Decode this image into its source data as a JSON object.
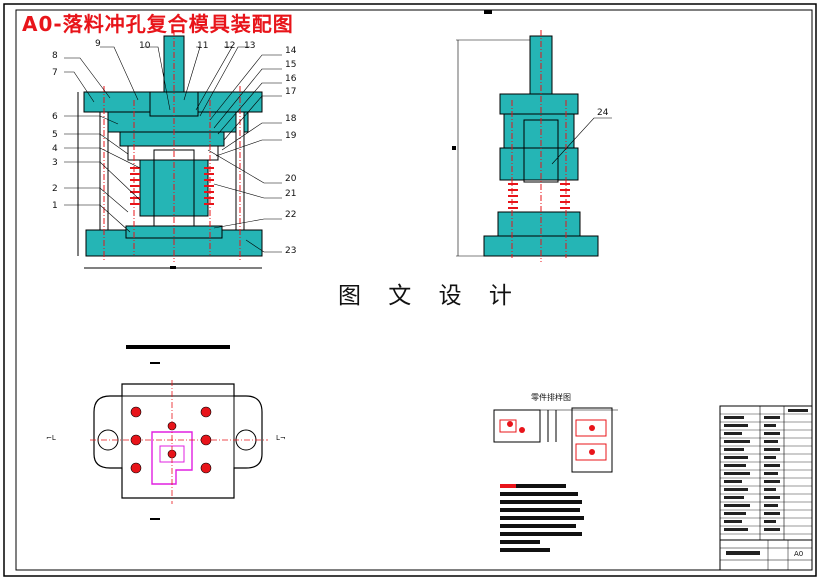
{
  "title": "A0-落料冲孔复合模具装配图",
  "caption": "图 文 设 计",
  "part_drawing_title": "零件排样图",
  "sheet_size_label": "A0",
  "part_numbers": [
    "1",
    "2",
    "3",
    "4",
    "5",
    "6",
    "7",
    "8",
    "9",
    "10",
    "11",
    "12",
    "13",
    "14",
    "15",
    "16",
    "17",
    "18",
    "19",
    "20",
    "21",
    "22",
    "23",
    "24"
  ],
  "colors": {
    "die_block": "#25b5b5",
    "outline": "#000000",
    "centerline": "#e8141a",
    "strip_part": "#e020e0",
    "title_red": "#e8141a"
  }
}
